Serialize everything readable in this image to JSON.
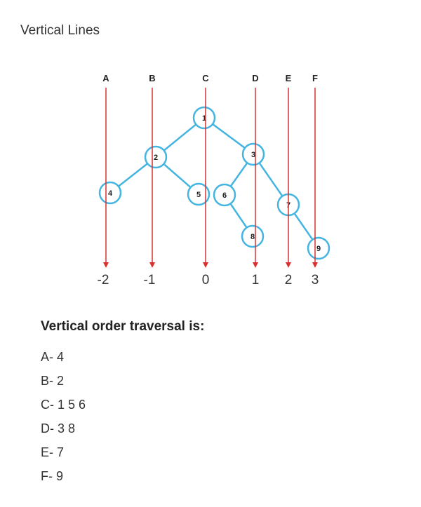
{
  "title": "Vertical Lines",
  "lines": [
    {
      "letter": "A",
      "hd": "-2"
    },
    {
      "letter": "B",
      "hd": "-1"
    },
    {
      "letter": "C",
      "hd": "0"
    },
    {
      "letter": "D",
      "hd": "1"
    },
    {
      "letter": "E",
      "hd": "2"
    },
    {
      "letter": "F",
      "hd": "3"
    }
  ],
  "nodes": [
    "1",
    "2",
    "3",
    "4",
    "5",
    "6",
    "7",
    "8",
    "9"
  ],
  "colors": {
    "edge": "#44b4e0",
    "line": "#d93030"
  },
  "traversal": {
    "title": "Vertical order traversal is:",
    "items": [
      "A- 4",
      "B- 2",
      "C- 1 5 6",
      "D- 3 8",
      "E- 7",
      "F- 9"
    ]
  }
}
